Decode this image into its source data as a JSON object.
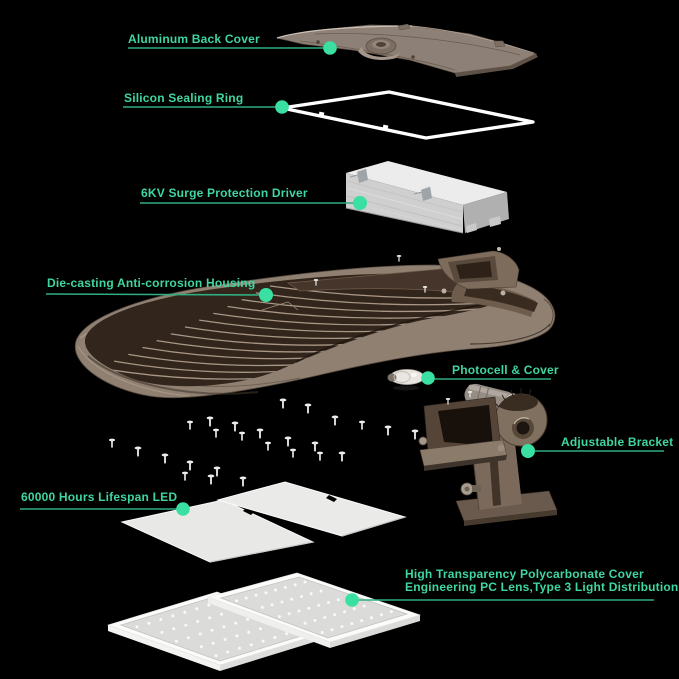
{
  "colors": {
    "background": "#000000",
    "label_text": "#3fd6a0",
    "label_line": "#2fae80",
    "marker_dot": "#3ae0a2",
    "housing_bronze": "#8f8072",
    "housing_dark": "#32251b",
    "driver_silver": "#d0d0d0",
    "panel_white": "#e8e8e6"
  },
  "parts": [
    {
      "id": "aluminum-back-cover",
      "label": "Aluminum Back Cover"
    },
    {
      "id": "silicon-sealing-ring",
      "label": "Silicon Sealing Ring"
    },
    {
      "id": "surge-protection-driver",
      "label": "6KV Surge Protection Driver"
    },
    {
      "id": "die-casting-housing",
      "label": "Die-casting Anti-corrosion Housing"
    },
    {
      "id": "photocell-and-cover",
      "label": "Photocell & Cover"
    },
    {
      "id": "adjustable-bracket",
      "label": "Adjustable Bracket"
    },
    {
      "id": "lifespan-led",
      "label": "60000 Hours Lifespan LED"
    },
    {
      "id": "polycarbonate-cover",
      "label": "High Transparency Polycarbonate Cover",
      "label_line2": "Engineering PC Lens,Type 3 Light Distribution"
    }
  ]
}
